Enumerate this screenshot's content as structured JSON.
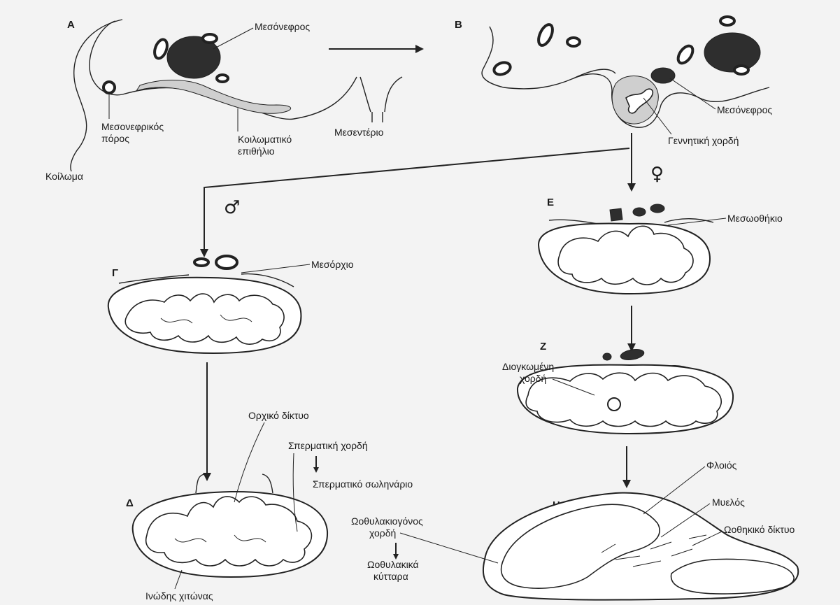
{
  "panels": {
    "A": "Α",
    "B": "Β",
    "G": "Γ",
    "D": "Δ",
    "E": "Ε",
    "Z": "Ζ",
    "H": "Η"
  },
  "symbols": {
    "male": "♂",
    "female": "♀"
  },
  "labels": {
    "mesonephros_a": "Μεσόνεφρος",
    "mesonephric_duct_1": "Μεσονεφρικός",
    "mesonephric_duct_2": "πόρος",
    "coelomic_epi_1": "Κοιλωματικό",
    "coelomic_epi_2": "επιθήλιο",
    "mesentery": "Μεσεντέριο",
    "coelom": "Κοίλωμα",
    "mesonephros_b": "Μεσόνεφρος",
    "genital_cord": "Γεννητική χορδή",
    "mesovarium": "Μεσωοθήκιο",
    "mesorchium": "Μεσόρχιο",
    "swollen_cord_1": "Διογκωμένη",
    "swollen_cord_2": "χορδή",
    "rete_testis": "Ορχικό δίκτυο",
    "sperm_cord": "Σπερματική χορδή",
    "seminiferous_tubule": "Σπερματικό σωληνάριο",
    "tunica": "Ινώδης χιτώνας",
    "cortex": "Φλοιός",
    "medulla": "Μυελός",
    "rete_ovarii": "Ωοθηκικό δίκτυο",
    "follicle_cord_1": "Ωοθυλακιογόνος",
    "follicle_cord_2": "χορδή",
    "follicle_cells_1": "Ωοθυλακικά",
    "follicle_cells_2": "κύτταρα"
  }
}
